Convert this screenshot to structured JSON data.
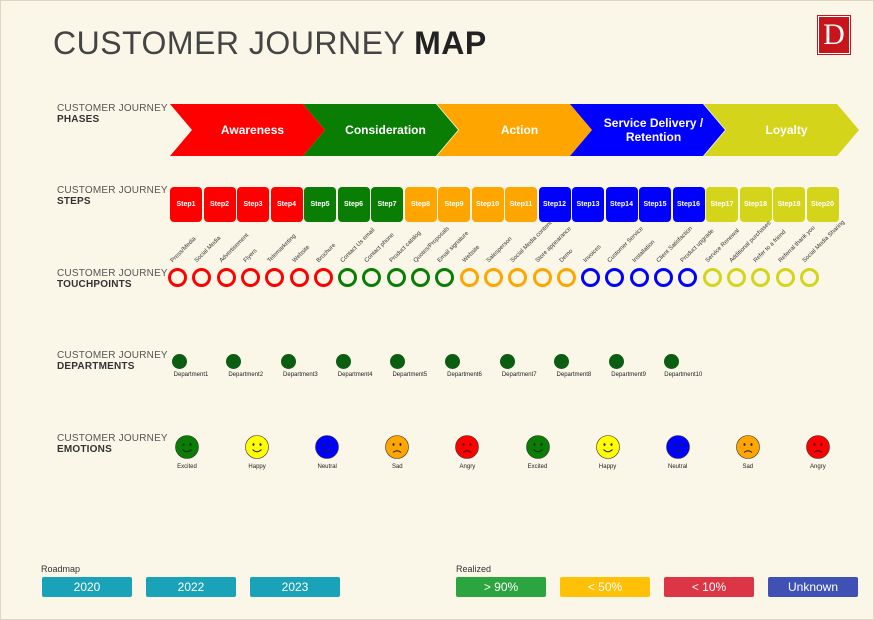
{
  "header": {
    "title_light": "CUSTOMER JOURNEY ",
    "title_bold": "MAP",
    "logo_letter": "D"
  },
  "row_labels": {
    "phases": {
      "line1": "CUSTOMER JOURNEY",
      "line2": "PHASES"
    },
    "steps": {
      "line1": "CUSTOMER JOURNEY",
      "line2": "STEPS"
    },
    "touchpoints": {
      "line1": "CUSTOMER JOURNEY",
      "line2": "TOUCHPOINTS"
    },
    "departments": {
      "line1": "CUSTOMER JOURNEY",
      "line2": "DEPARTMENTS"
    },
    "emotions": {
      "line1": "CUSTOMER JOURNEY",
      "line2": "EMOTIONS"
    }
  },
  "colors": {
    "red": "#ff0000",
    "green": "#0a7d05",
    "orange": "#ffa500",
    "blue": "#0000ff",
    "yellow": "#d4d41a",
    "dark_green": "#0b5d12"
  },
  "phases": [
    {
      "label": "Awareness",
      "color": "#ff0000"
    },
    {
      "label": "Consideration",
      "color": "#0a7d05"
    },
    {
      "label": "Action",
      "color": "#ffa500"
    },
    {
      "label": "Service Delivery / Retention",
      "color": "#0000ff"
    },
    {
      "label": "Loyalty",
      "color": "#d4d41a"
    }
  ],
  "steps": [
    {
      "label": "Step1",
      "color": "#ff0000"
    },
    {
      "label": "Step2",
      "color": "#ff0000"
    },
    {
      "label": "Step3",
      "color": "#ff0000"
    },
    {
      "label": "Step4",
      "color": "#ff0000"
    },
    {
      "label": "Step5",
      "color": "#0a7d05"
    },
    {
      "label": "Step6",
      "color": "#0a7d05"
    },
    {
      "label": "Step7",
      "color": "#0a7d05"
    },
    {
      "label": "Step8",
      "color": "#ffa500"
    },
    {
      "label": "Step9",
      "color": "#ffa500"
    },
    {
      "label": "Step10",
      "color": "#ffa500"
    },
    {
      "label": "Step11",
      "color": "#ffa500"
    },
    {
      "label": "Step12",
      "color": "#0000ff"
    },
    {
      "label": "Step13",
      "color": "#0000ff"
    },
    {
      "label": "Step14",
      "color": "#0000ff"
    },
    {
      "label": "Step15",
      "color": "#0000ff"
    },
    {
      "label": "Step16",
      "color": "#0000ff"
    },
    {
      "label": "Step17",
      "color": "#d4d41a"
    },
    {
      "label": "Step18",
      "color": "#d4d41a"
    },
    {
      "label": "Step19",
      "color": "#d4d41a"
    },
    {
      "label": "Step20",
      "color": "#d4d41a"
    }
  ],
  "touchpoints": [
    {
      "label": "Press/Media",
      "color": "#ff0000"
    },
    {
      "label": "Social Media",
      "color": "#ff0000"
    },
    {
      "label": "Advertisement",
      "color": "#ff0000"
    },
    {
      "label": "Flyers",
      "color": "#ff0000"
    },
    {
      "label": "Telemarketing",
      "color": "#ff0000"
    },
    {
      "label": "Website",
      "color": "#ff0000"
    },
    {
      "label": "Brochure",
      "color": "#ff0000"
    },
    {
      "label": "Contact Us email",
      "color": "#0a7d05"
    },
    {
      "label": "Contact phone",
      "color": "#0a7d05"
    },
    {
      "label": "Product catalog",
      "color": "#0a7d05"
    },
    {
      "label": "Quotes/Proposals",
      "color": "#0a7d05"
    },
    {
      "label": "Email signature",
      "color": "#0a7d05"
    },
    {
      "label": "Website",
      "color": "#ffa500"
    },
    {
      "label": "Salesperson",
      "color": "#ffa500"
    },
    {
      "label": "Social Media content",
      "color": "#ffa500"
    },
    {
      "label": "Store appearance",
      "color": "#ffa500"
    },
    {
      "label": "Demo",
      "color": "#ffa500"
    },
    {
      "label": "Invoices",
      "color": "#0000ff"
    },
    {
      "label": "Customer Service",
      "color": "#0000ff"
    },
    {
      "label": "Installation",
      "color": "#0000ff"
    },
    {
      "label": "Client Satisfaction",
      "color": "#0000ff"
    },
    {
      "label": "Product upgrade",
      "color": "#0000ff"
    },
    {
      "label": "Service Renewal",
      "color": "#d4d41a"
    },
    {
      "label": "Additional purchases",
      "color": "#d4d41a"
    },
    {
      "label": "Refer to a friend",
      "color": "#d4d41a"
    },
    {
      "label": "Referral thank you",
      "color": "#d4d41a"
    },
    {
      "label": "Social Media Sharing",
      "color": "#d4d41a"
    }
  ],
  "departments": [
    {
      "label": "Department1"
    },
    {
      "label": "Department2"
    },
    {
      "label": "Department3"
    },
    {
      "label": "Department4"
    },
    {
      "label": "Department5"
    },
    {
      "label": "Department6"
    },
    {
      "label": "Department7"
    },
    {
      "label": "Department8"
    },
    {
      "label": "Department9"
    },
    {
      "label": "Department10"
    }
  ],
  "emotions": [
    {
      "label": "Excited",
      "icon": "excited-face-icon",
      "color": "#0a7d05",
      "mood": "happy"
    },
    {
      "label": "Happy",
      "icon": "happy-face-icon",
      "color": "#ffff00",
      "mood": "happy"
    },
    {
      "label": "Neutral",
      "icon": "neutral-face-icon",
      "color": "#0000ff",
      "mood": "neutral"
    },
    {
      "label": "Sad",
      "icon": "sad-face-icon",
      "color": "#ffa500",
      "mood": "sad"
    },
    {
      "label": "Angry",
      "icon": "angry-face-icon",
      "color": "#ff0000",
      "mood": "sad"
    },
    {
      "label": "Excited",
      "icon": "excited-face-icon",
      "color": "#0a7d05",
      "mood": "happy"
    },
    {
      "label": "Happy",
      "icon": "happy-face-icon",
      "color": "#ffff00",
      "mood": "happy"
    },
    {
      "label": "Neutral",
      "icon": "neutral-face-icon",
      "color": "#0000ff",
      "mood": "neutral"
    },
    {
      "label": "Sad",
      "icon": "sad-face-icon",
      "color": "#ffa500",
      "mood": "sad"
    },
    {
      "label": "Angry",
      "icon": "angry-face-icon",
      "color": "#ff0000",
      "mood": "sad"
    }
  ],
  "roadmap": {
    "title": "Roadmap",
    "buttons": [
      {
        "label": "2020"
      },
      {
        "label": "2022"
      },
      {
        "label": "2023"
      }
    ],
    "color": "#1aa3b8"
  },
  "realized": {
    "title": "Realized",
    "buttons": [
      {
        "label": "> 90%",
        "color": "#2ca540"
      },
      {
        "label": "< 50%",
        "color": "#ffc107"
      },
      {
        "label": "< 10%",
        "color": "#dc3545"
      },
      {
        "label": "Unknown",
        "color": "#3f51b5"
      }
    ]
  }
}
